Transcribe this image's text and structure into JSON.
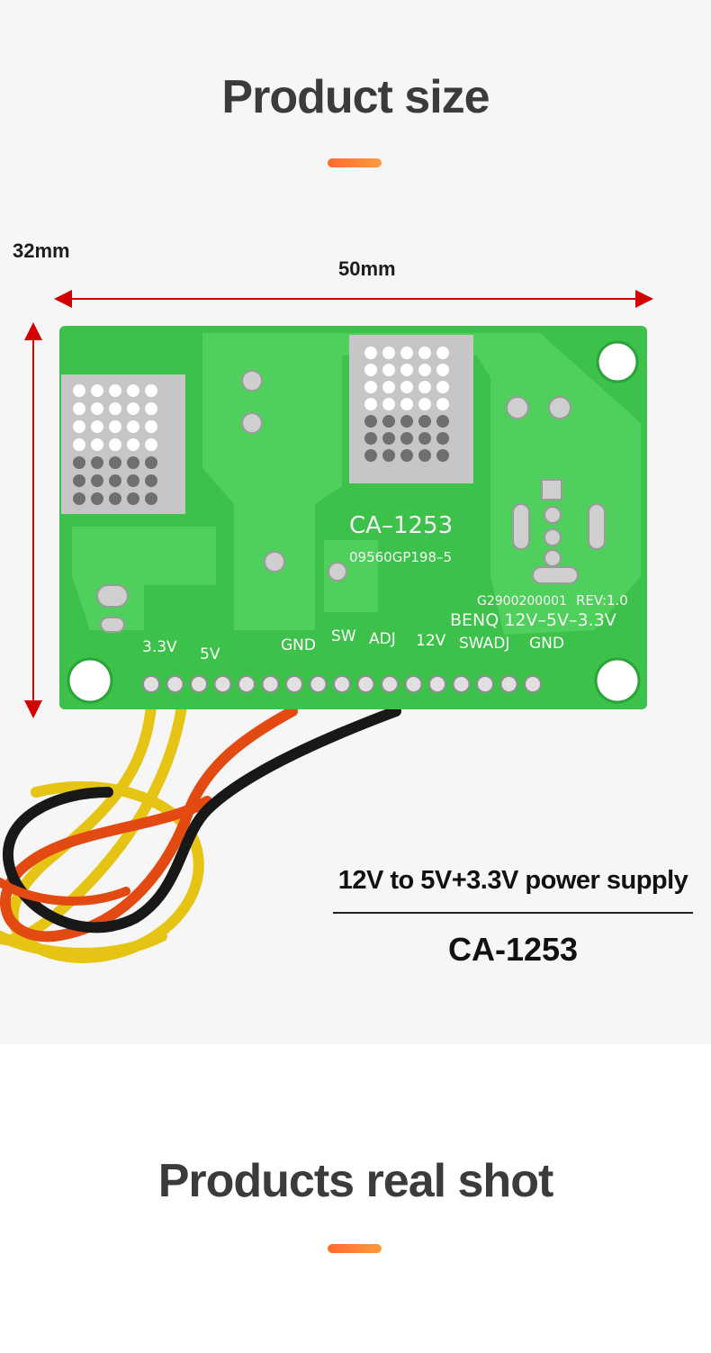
{
  "header": {
    "title": "Product size"
  },
  "dimensions": {
    "height_label": "32mm",
    "width_label": "50mm",
    "arrow_color": "#d40000"
  },
  "board": {
    "model_silk": "CA–1253",
    "part_silk": "09560GP198–5",
    "code_silk": "G2900200001",
    "rev_silk": "REV:1.0",
    "brand_silk": "BENQ 12V–5V–3.3V",
    "pin_labels": [
      "3.3V",
      "5V",
      "GND",
      "SW",
      "ADJ",
      "12V",
      "SWADJ",
      "GND"
    ],
    "pcb_color": "#3cc24a"
  },
  "wires": [
    "yellow",
    "orange",
    "black"
  ],
  "product": {
    "description": "12V to 5V+3.3V power supply",
    "model": "CA-1253"
  },
  "footer": {
    "title": "Products real shot"
  },
  "colors": {
    "accent": "#ff7a30",
    "heading": "#3b3b3b"
  }
}
